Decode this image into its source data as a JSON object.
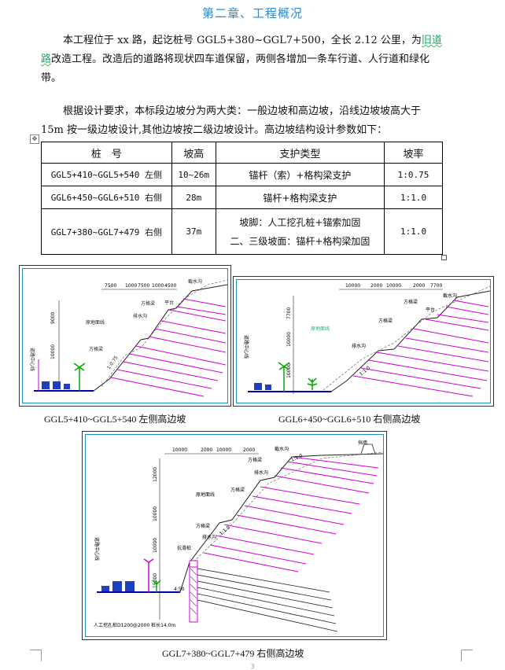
{
  "heading": "第二章、工程概况",
  "paragraph1": {
    "before": "本工程位于 xx 路，起讫桩号 GGL5+380~GGL7+500，全长 2.12 公里，为",
    "highlight": "旧道路",
    "after": "改造工程。改造后的道路将现状四车道保留，两侧各增加一条车行道、人行道和绿化带。"
  },
  "paragraph2": "根据设计要求，本标段边坡分为两大类：一般边坡和高边坡，沿线边坡坡高大于 15m 按一级边坡设计,其他边坡按二级边坡设计。高边坡结构设计参数如下：",
  "table": {
    "headers": [
      "桩　号",
      "坡高",
      "支护类型",
      "坡率"
    ],
    "rows": [
      {
        "station": "GGL5+410~GGL5+540 左侧",
        "height": "10~26m",
        "support": "锚杆（索）+格构梁支护",
        "support_line2": "",
        "ratio": "1:0.75"
      },
      {
        "station": "GGL6+450~GGL6+510 右侧",
        "height": "28m",
        "support": "锚杆+格构梁支护",
        "support_line2": "",
        "ratio": "1:1.0"
      },
      {
        "station": "GGL7+380~GGL7+479 右侧",
        "height": "37m",
        "support": "坡脚：人工挖孔桩+锚索加固",
        "support_line2": "二、三级坡面：锚杆+格构梁加固",
        "ratio": "1:1.0"
      }
    ]
  },
  "figures": [
    {
      "caption": "GGL5+410~GGL5+540 左侧高边坡",
      "top_dims": [
        "7500",
        "1000",
        "7500",
        "1000",
        "4500"
      ],
      "side_dims": [
        "9000",
        "10000"
      ],
      "labels": [
        "截水沟",
        "方格梁",
        "平台",
        "排水沟",
        "原地面线",
        "方格梁",
        "1:0.75",
        "道路中心线"
      ]
    },
    {
      "caption": "GGL6+450~GGL6+510 右侧高边坡",
      "top_dims": [
        "10000",
        "2000",
        "10000",
        "2000",
        "7700"
      ],
      "side_dims": [
        "7700",
        "10000",
        "10000"
      ],
      "labels": [
        "截水沟",
        "方格梁",
        "平台",
        "方格梁",
        "原地面线",
        "排水沟",
        "1:1.0",
        "道路中心线"
      ]
    },
    {
      "caption": "GGL7+380~GGL7+479 右侧高边坡",
      "top_dims": [
        "10000",
        "2000",
        "10000",
        "2000"
      ],
      "side_dims": [
        "12000",
        "10000",
        "10000",
        "15000"
      ],
      "labels": [
        "截水沟",
        "方格梁",
        "排水沟",
        "原地面线",
        "方格梁",
        "1:1.0",
        "1:1.0",
        "方格梁",
        "排水沟",
        "抗滑桩",
        "道路中心线",
        "人工挖孔桩D1200@2000 桩长14.0m",
        "挡墙",
        "4:50"
      ]
    }
  ],
  "page_number": "3"
}
